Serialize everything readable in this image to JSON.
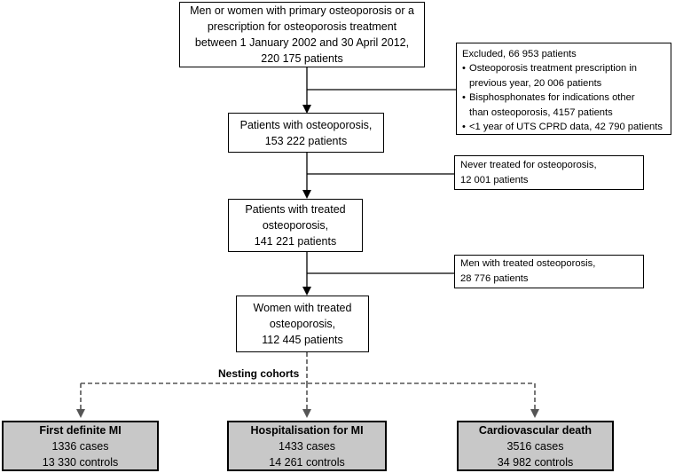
{
  "main_boxes": [
    {
      "lines": [
        "Men or women with primary osteoporosis or a",
        "prescription for osteoporosis treatment",
        "between 1 January 2002 and 30 April 2012,",
        "220 175 patients"
      ]
    },
    {
      "lines": [
        "Patients with osteoporosis,",
        "153 222 patients"
      ]
    },
    {
      "lines": [
        "Patients with treated",
        "osteoporosis,",
        "141 221 patients"
      ]
    },
    {
      "lines": [
        "Women with treated",
        "osteoporosis,",
        "112 445 patients"
      ]
    }
  ],
  "exclusions": [
    {
      "title": "Excluded, 66 953 patients",
      "bullets": [
        [
          "Osteoporosis treatment prescription in",
          "previous year, 20 006 patients"
        ],
        [
          "Bisphosphonates for indications other",
          "than osteoporosis, 4157 patients"
        ],
        [
          "<1 year of UTS CPRD data, 42 790 patients"
        ]
      ]
    },
    {
      "lines": [
        "Never treated for osteoporosis,",
        "12 001 patients"
      ]
    },
    {
      "lines": [
        "Men with treated osteoporosis,",
        "28 776 patients"
      ]
    }
  ],
  "nesting_label": "Nesting cohorts",
  "outcomes": [
    {
      "title": "First definite MI",
      "cases": "1336 cases",
      "controls": "13 330 controls"
    },
    {
      "title": "Hospitalisation for MI",
      "cases": "1433 cases",
      "controls": "14 261 controls"
    },
    {
      "title": "Cardiovascular death",
      "cases": "3516 cases",
      "controls": "34 982 controls"
    }
  ]
}
